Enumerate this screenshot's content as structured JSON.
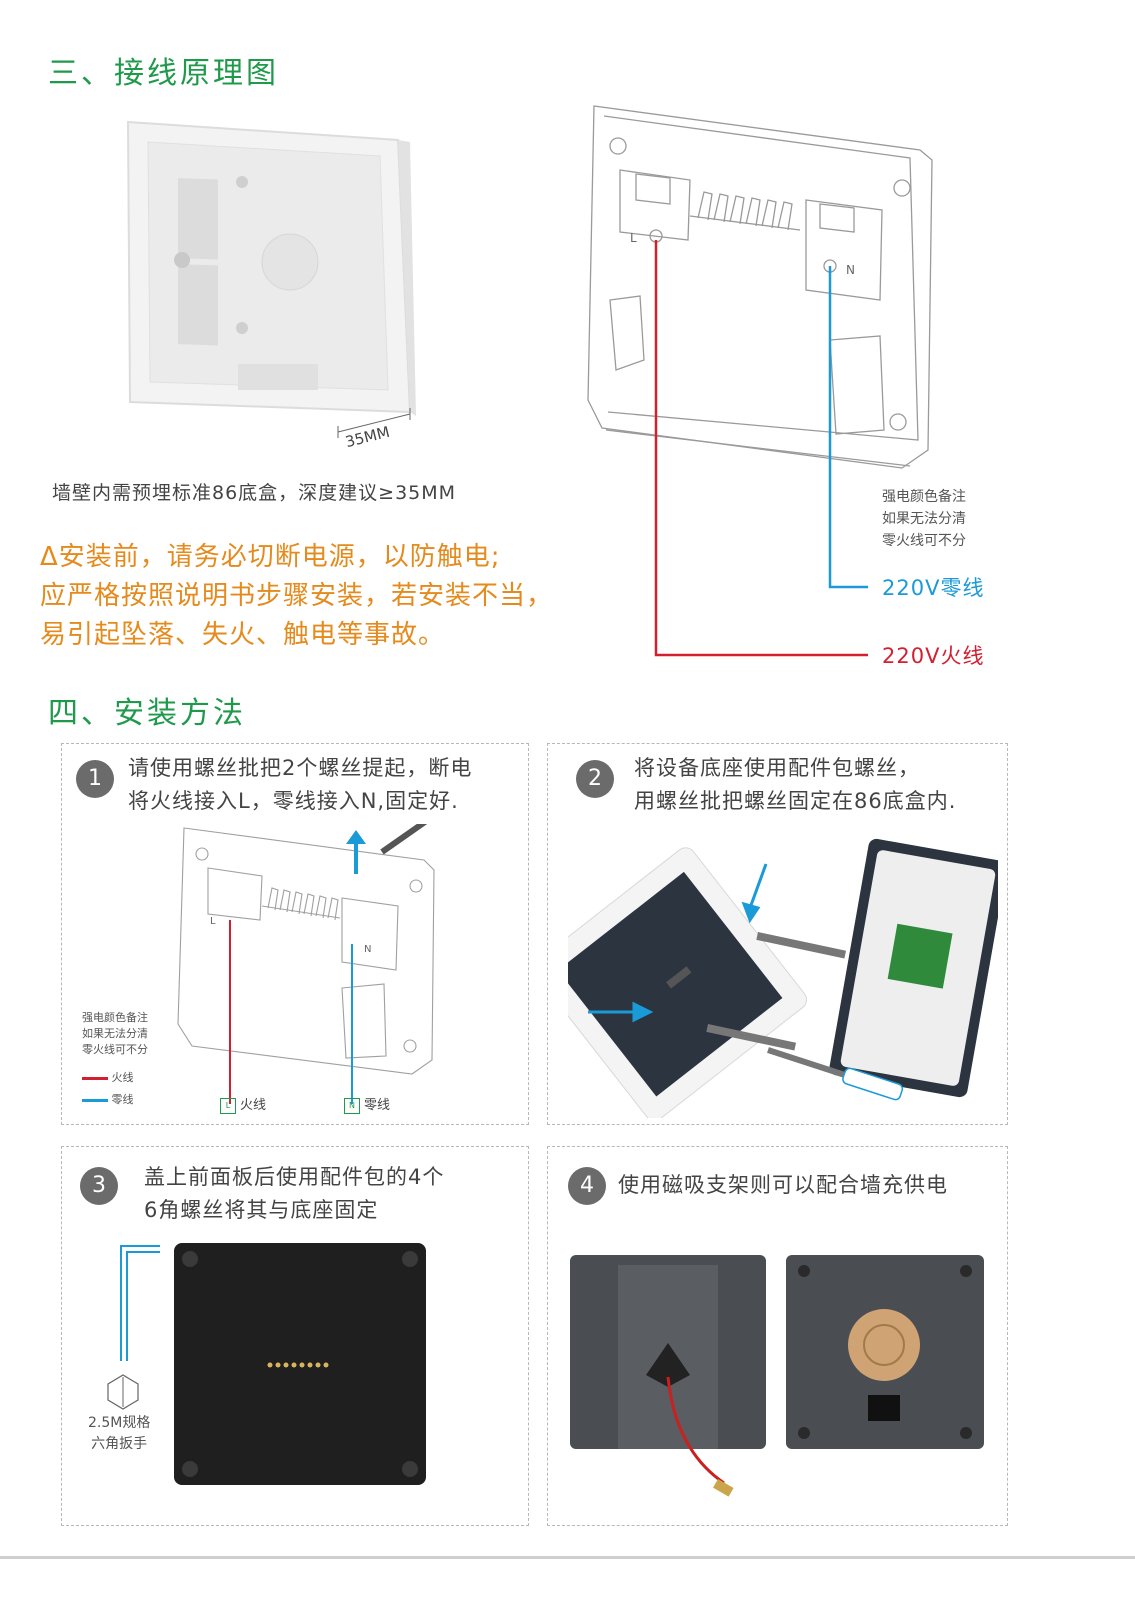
{
  "section3": {
    "title": "三、接线原理图",
    "box_dimension": "35MM",
    "box_caption": "墙壁内需预埋标准86底盒，深度建议≥35MM",
    "warning_lines": [
      "Δ安装前，请务必切断电源，以防触电;",
      "应严格按照说明书步骤安装，若安装不当，",
      "易引起坠落、失火、触电等事故。"
    ],
    "note_lines": [
      "强电颜色备注",
      "如果无法分清",
      "零火线可不分"
    ],
    "neutral_label": "220V零线",
    "live_label": "220V火线",
    "terminal_l": "L",
    "terminal_n": "N"
  },
  "section4": {
    "title": "四、安装方法",
    "steps": [
      {
        "num": "1",
        "lines": [
          "请使用螺丝批把2个螺丝提起，断电",
          "将火线接入L，零线接入N,固定好."
        ],
        "note_lines": [
          "强电颜色备注",
          "如果无法分清",
          "零火线可不分"
        ],
        "legend_live": "火线",
        "legend_neutral": "零线",
        "tag_l": "L",
        "tag_n": "N",
        "tag_live": "火线",
        "tag_neutral": "零线"
      },
      {
        "num": "2",
        "lines": [
          "将设备底座使用配件包螺丝，",
          "用螺丝批把螺丝固定在86底盒内."
        ]
      },
      {
        "num": "3",
        "lines": [
          "盖上前面板后使用配件包的4个",
          "6角螺丝将其与底座固定"
        ],
        "tool_lines": [
          "2.5M规格",
          "六角扳手"
        ]
      },
      {
        "num": "4",
        "lines": [
          "使用磁吸支架则可以配合墙充供电"
        ]
      }
    ]
  },
  "colors": {
    "title_green": "#1f9a4b",
    "warning_orange": "#e58a1c",
    "live_red": "#d22030",
    "neutral_blue": "#1b9ad8"
  }
}
